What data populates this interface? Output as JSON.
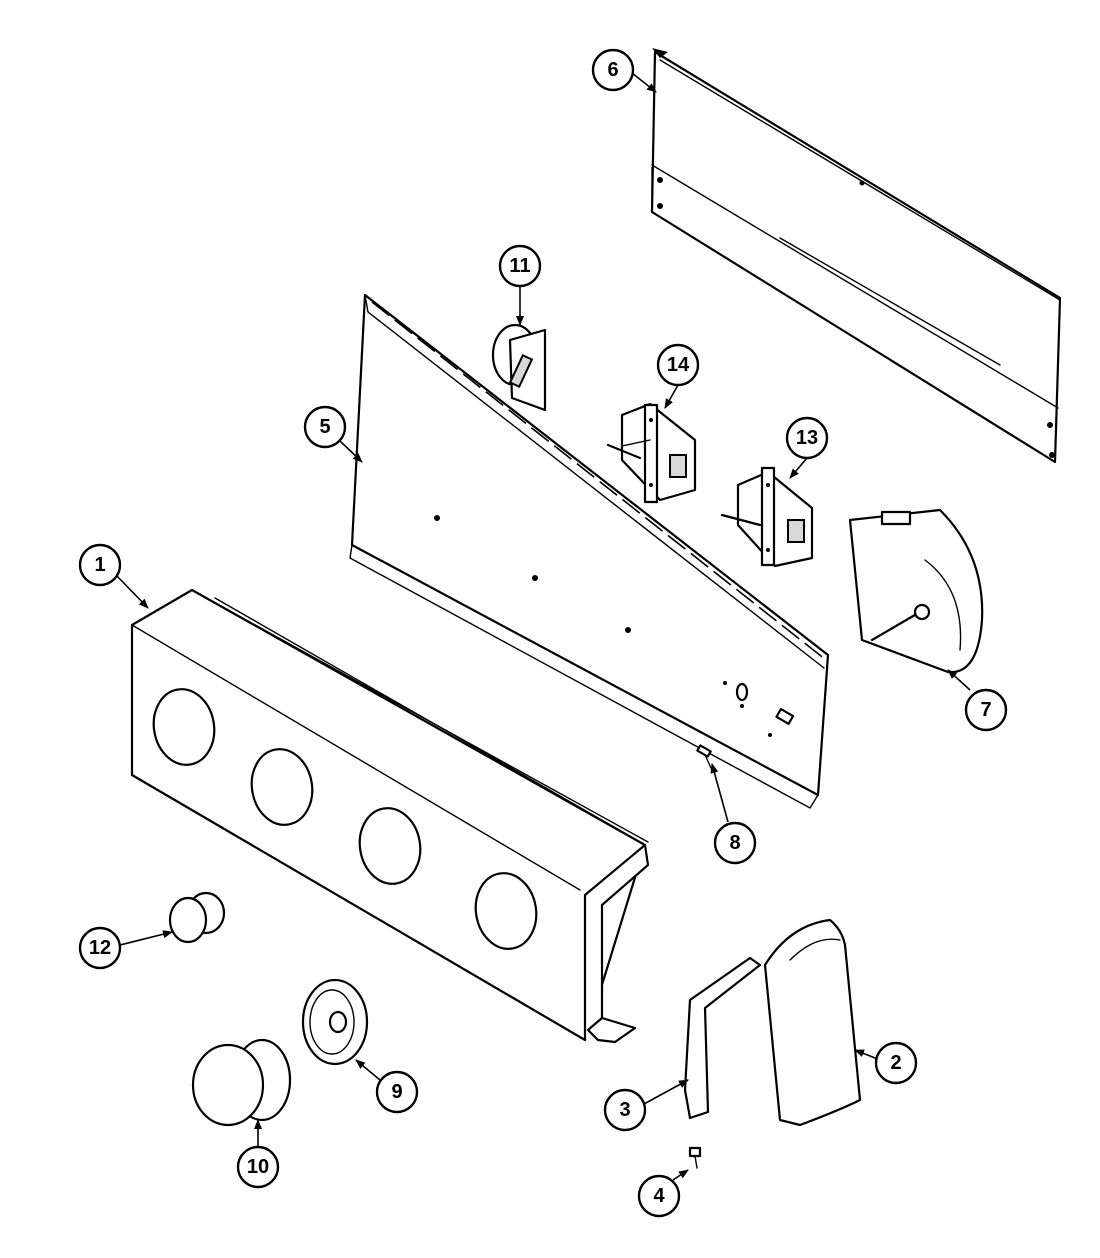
{
  "callouts": [
    {
      "id": "c1",
      "label": "1"
    },
    {
      "id": "c2",
      "label": "2"
    },
    {
      "id": "c3",
      "label": "3"
    },
    {
      "id": "c4",
      "label": "4"
    },
    {
      "id": "c5",
      "label": "5"
    },
    {
      "id": "c6",
      "label": "6"
    },
    {
      "id": "c7",
      "label": "7"
    },
    {
      "id": "c8",
      "label": "8"
    },
    {
      "id": "c9",
      "label": "9"
    },
    {
      "id": "c10",
      "label": "10"
    },
    {
      "id": "c11",
      "label": "11"
    },
    {
      "id": "c12",
      "label": "12"
    },
    {
      "id": "c13",
      "label": "13"
    },
    {
      "id": "c14",
      "label": "14"
    }
  ]
}
